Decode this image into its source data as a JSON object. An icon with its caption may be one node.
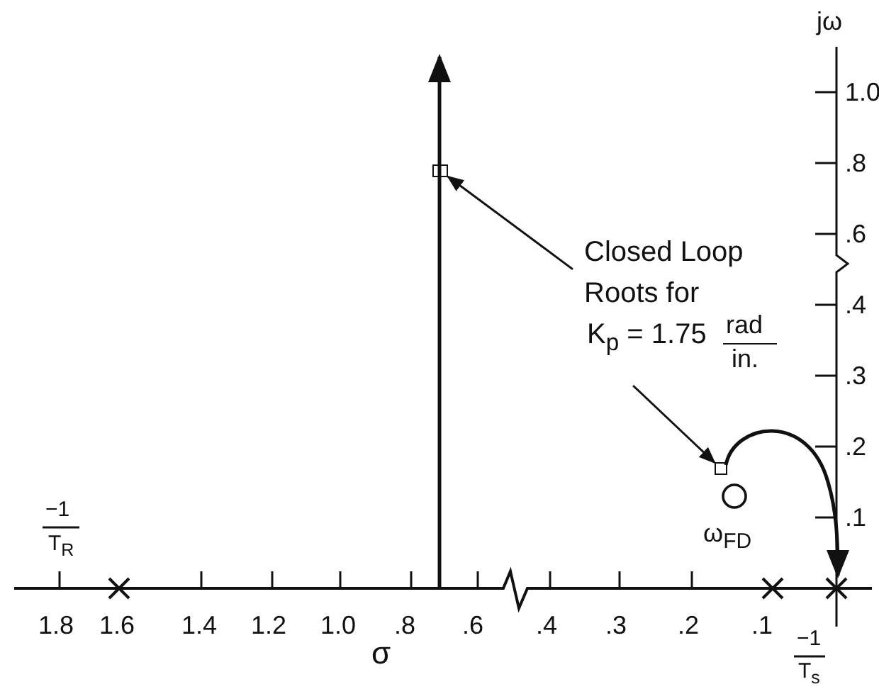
{
  "diagram": {
    "nodes": [
      {
        "text": [
          "Closed Loop Roots for",
          "K$_{p}$ = 1.75",
          "rad",
          "in."
        ]
      },
      {
        "text": [],
        "shape": "box"
      },
      {
        "text": [],
        "shape": "box"
      }
    ],
    "edges": [
      {
        "from": 0,
        "to": 1,
        "arrow": "to"
      },
      {
        "from": 0,
        "to": 2,
        "arrow": "to"
      }
    ],
    "labels": [
      "jω",
      "1.0",
      ".8",
      ".6",
      ".4",
      ".3",
      ".2",
      "−1",
      "T$_{R}$",
      "ω$_{FD}$",
      ".1",
      "1.8",
      "1.6",
      "1.4",
      "1.2",
      "1.0",
      ".8",
      ".6",
      ".4",
      ".3",
      ".2",
      ".1",
      "σ",
      "−1",
      "T$_{s}$"
    ]
  }
}
